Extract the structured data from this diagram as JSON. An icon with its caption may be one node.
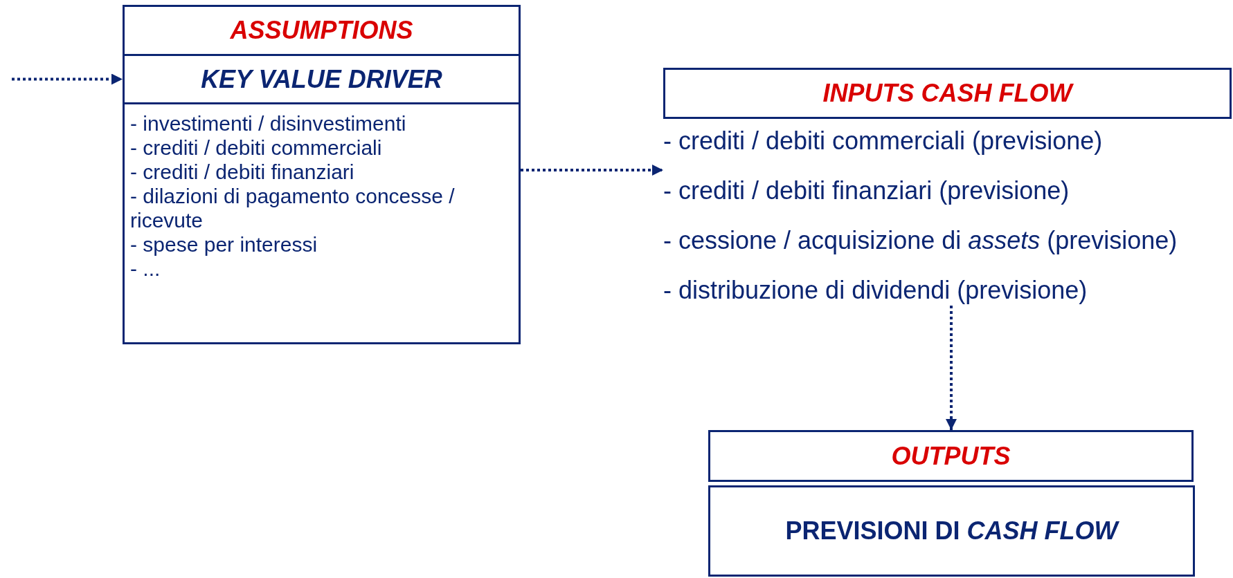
{
  "diagram": {
    "nodes": [
      {
        "text": [
          "ASSUMPTIONS"
        ]
      },
      {
        "text": [
          "KEY VALUE DRIVER"
        ]
      },
      {
        "text": [
          "- investimenti / disinvestimenti",
          "- crediti / debiti commerciali",
          "- crediti / debiti finanziari",
          "- dilazioni di pagamento concesse / ricevute",
          "- spese per interessi",
          "- ..."
        ]
      },
      {
        "text": [
          "INPUTS CASH FLOW"
        ]
      },
      {
        "text": [
          "- crediti / debiti commerciali (previsione)",
          "- crediti / debiti finanziari (previsione)",
          "- cessione / acquisizione di *assets* (previsione)",
          "- distribuzione di dividendi (previsione)"
        ]
      },
      {
        "text": [
          "OUTPUTS"
        ]
      },
      {
        "text": [
          "PREVISIONI DI *CASH FLOW*"
        ]
      }
    ],
    "edges": [
      {
        "from": null,
        "to": 1,
        "arrow": "to",
        "style": "dashed"
      },
      {
        "from": 2,
        "to": 4,
        "arrow": "to",
        "style": "dashed"
      },
      {
        "from": 4,
        "to": 5,
        "arrow": "to",
        "style": "dashed"
      }
    ]
  }
}
